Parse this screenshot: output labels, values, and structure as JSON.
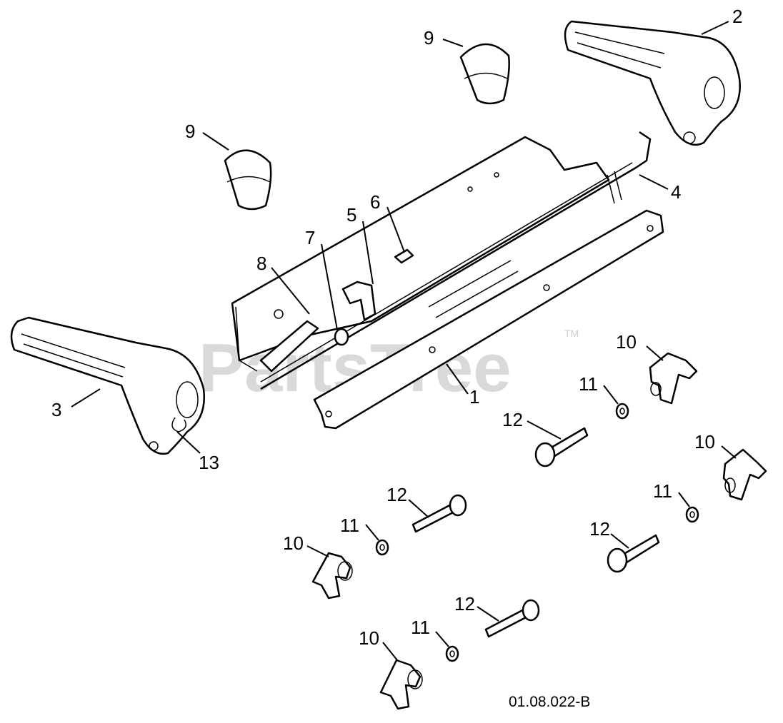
{
  "watermark": {
    "text": "PartsTree",
    "trademark": "TM"
  },
  "drawing_code": "01.08.022-B",
  "callouts": [
    "1",
    "2",
    "3",
    "4",
    "5",
    "6",
    "7",
    "8",
    "9",
    "9",
    "10",
    "10",
    "10",
    "10",
    "11",
    "11",
    "11",
    "11",
    "12",
    "12",
    "12",
    "12",
    "13"
  ]
}
